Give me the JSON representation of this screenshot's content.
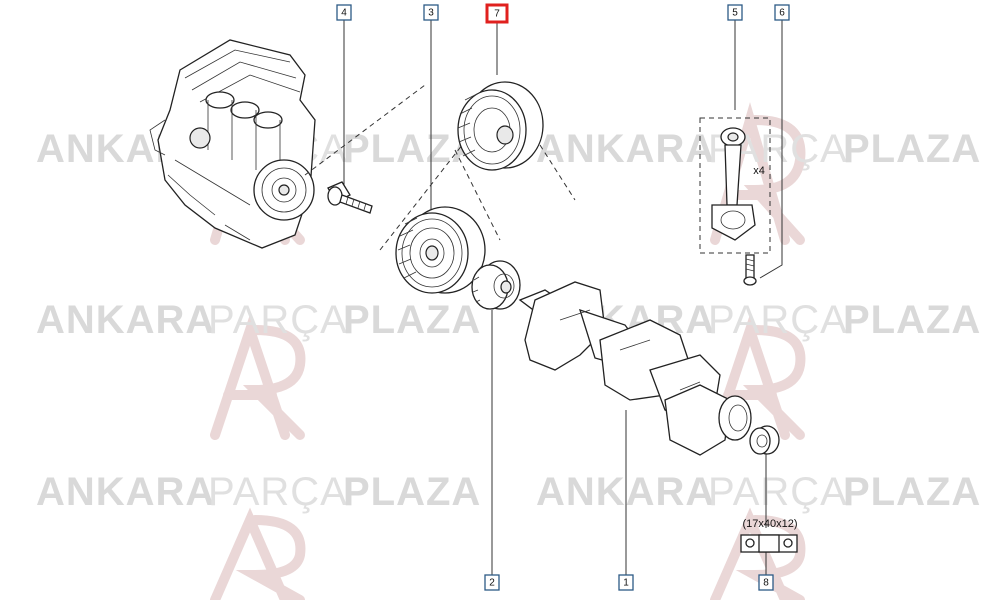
{
  "watermark": {
    "brand_light_1": "ANKARA",
    "brand_light_2": "PARÇA",
    "brand_bold": "PLAZA",
    "color": "#d9d9d9",
    "logo_color": "#ead7d7"
  },
  "callouts": [
    {
      "label": "4",
      "selected": false
    },
    {
      "label": "3",
      "selected": false
    },
    {
      "label": "7",
      "selected": true
    },
    {
      "label": "5",
      "selected": false
    },
    {
      "label": "6",
      "selected": false
    },
    {
      "label": "2",
      "selected": false
    },
    {
      "label": "1",
      "selected": false
    },
    {
      "label": "8",
      "selected": false
    }
  ],
  "annotations": {
    "quantity": "x4",
    "bearing_size": "(17x40x12)"
  },
  "colors": {
    "callout_border": "#2c5a86",
    "selected_border": "#e0201e",
    "line": "#222222"
  }
}
